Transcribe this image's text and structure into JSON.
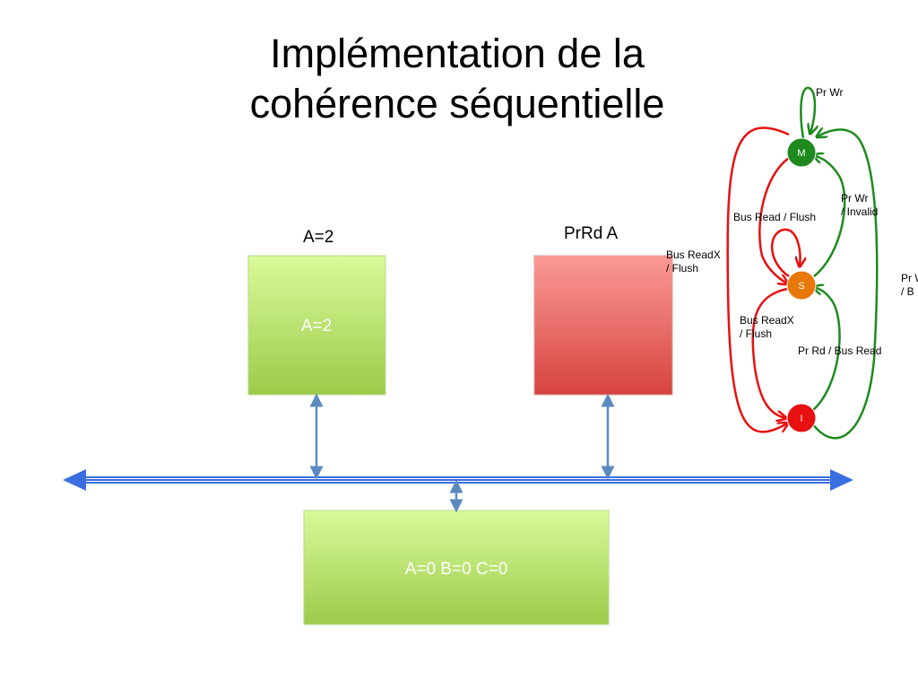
{
  "title": {
    "line1": "Implémentation de la",
    "line2": "cohérence séquentielle"
  },
  "processors": [
    {
      "caption": "A=2",
      "content": "A=2",
      "color": "#9ccb4a"
    },
    {
      "caption": "PrRd A",
      "content": "",
      "color": "#e05a56"
    }
  ],
  "memory": {
    "content": "A=0 B=0 C=0",
    "color": "#9ccb4a"
  },
  "bus": {
    "color": "#3b6fe0"
  },
  "fsm": {
    "states": [
      {
        "id": "M",
        "label": "M",
        "color": "#1e8a1e"
      },
      {
        "id": "S",
        "label": "S",
        "color": "#e8780a"
      },
      {
        "id": "I",
        "label": "I",
        "color": "#e81010"
      }
    ],
    "transitions": {
      "m_self": "Pr Wr",
      "s_to_m": [
        "Pr Wr",
        " / Invalid"
      ],
      "m_to_s": "Bus Read / Flush",
      "m_to_i": [
        "Bus ReadX",
        "/ Flush"
      ],
      "s_to_i": [
        "Bus ReadX",
        "/ Flush"
      ],
      "i_to_s": "Pr Rd / Bus Read",
      "i_to_m": [
        "Pr W",
        "/ B"
      ]
    }
  }
}
